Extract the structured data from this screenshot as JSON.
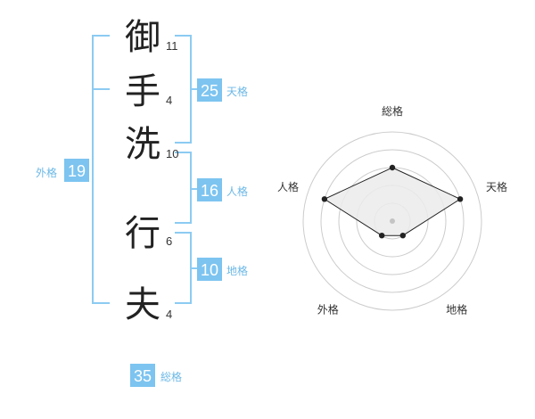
{
  "name": {
    "chars": [
      {
        "char": "御",
        "strokes": "11"
      },
      {
        "char": "手",
        "strokes": "4"
      },
      {
        "char": "洗",
        "strokes": "10"
      },
      {
        "char": "行",
        "strokes": "6"
      },
      {
        "char": "夫",
        "strokes": "4"
      }
    ]
  },
  "kakusu": {
    "tenkaku": {
      "value": "25",
      "label": "天格"
    },
    "jinkaku": {
      "value": "16",
      "label": "人格"
    },
    "chikaku": {
      "value": "10",
      "label": "地格"
    },
    "gaikaku": {
      "value": "19",
      "label": "外格"
    },
    "soukaku": {
      "value": "35",
      "label": "総格"
    }
  },
  "chart_data": {
    "type": "radar",
    "axes": [
      "総格",
      "天格",
      "地格",
      "外格",
      "人格"
    ],
    "values": [
      3,
      4,
      1,
      1,
      4
    ],
    "max": 5,
    "rings": 5
  },
  "colors": {
    "accent": "#6cb8e6",
    "box": "#7dc4f0",
    "bracket": "#8ccbf2",
    "radar_fill": "#ebebeb",
    "radar_line": "#222222",
    "grid": "#cccccc"
  }
}
